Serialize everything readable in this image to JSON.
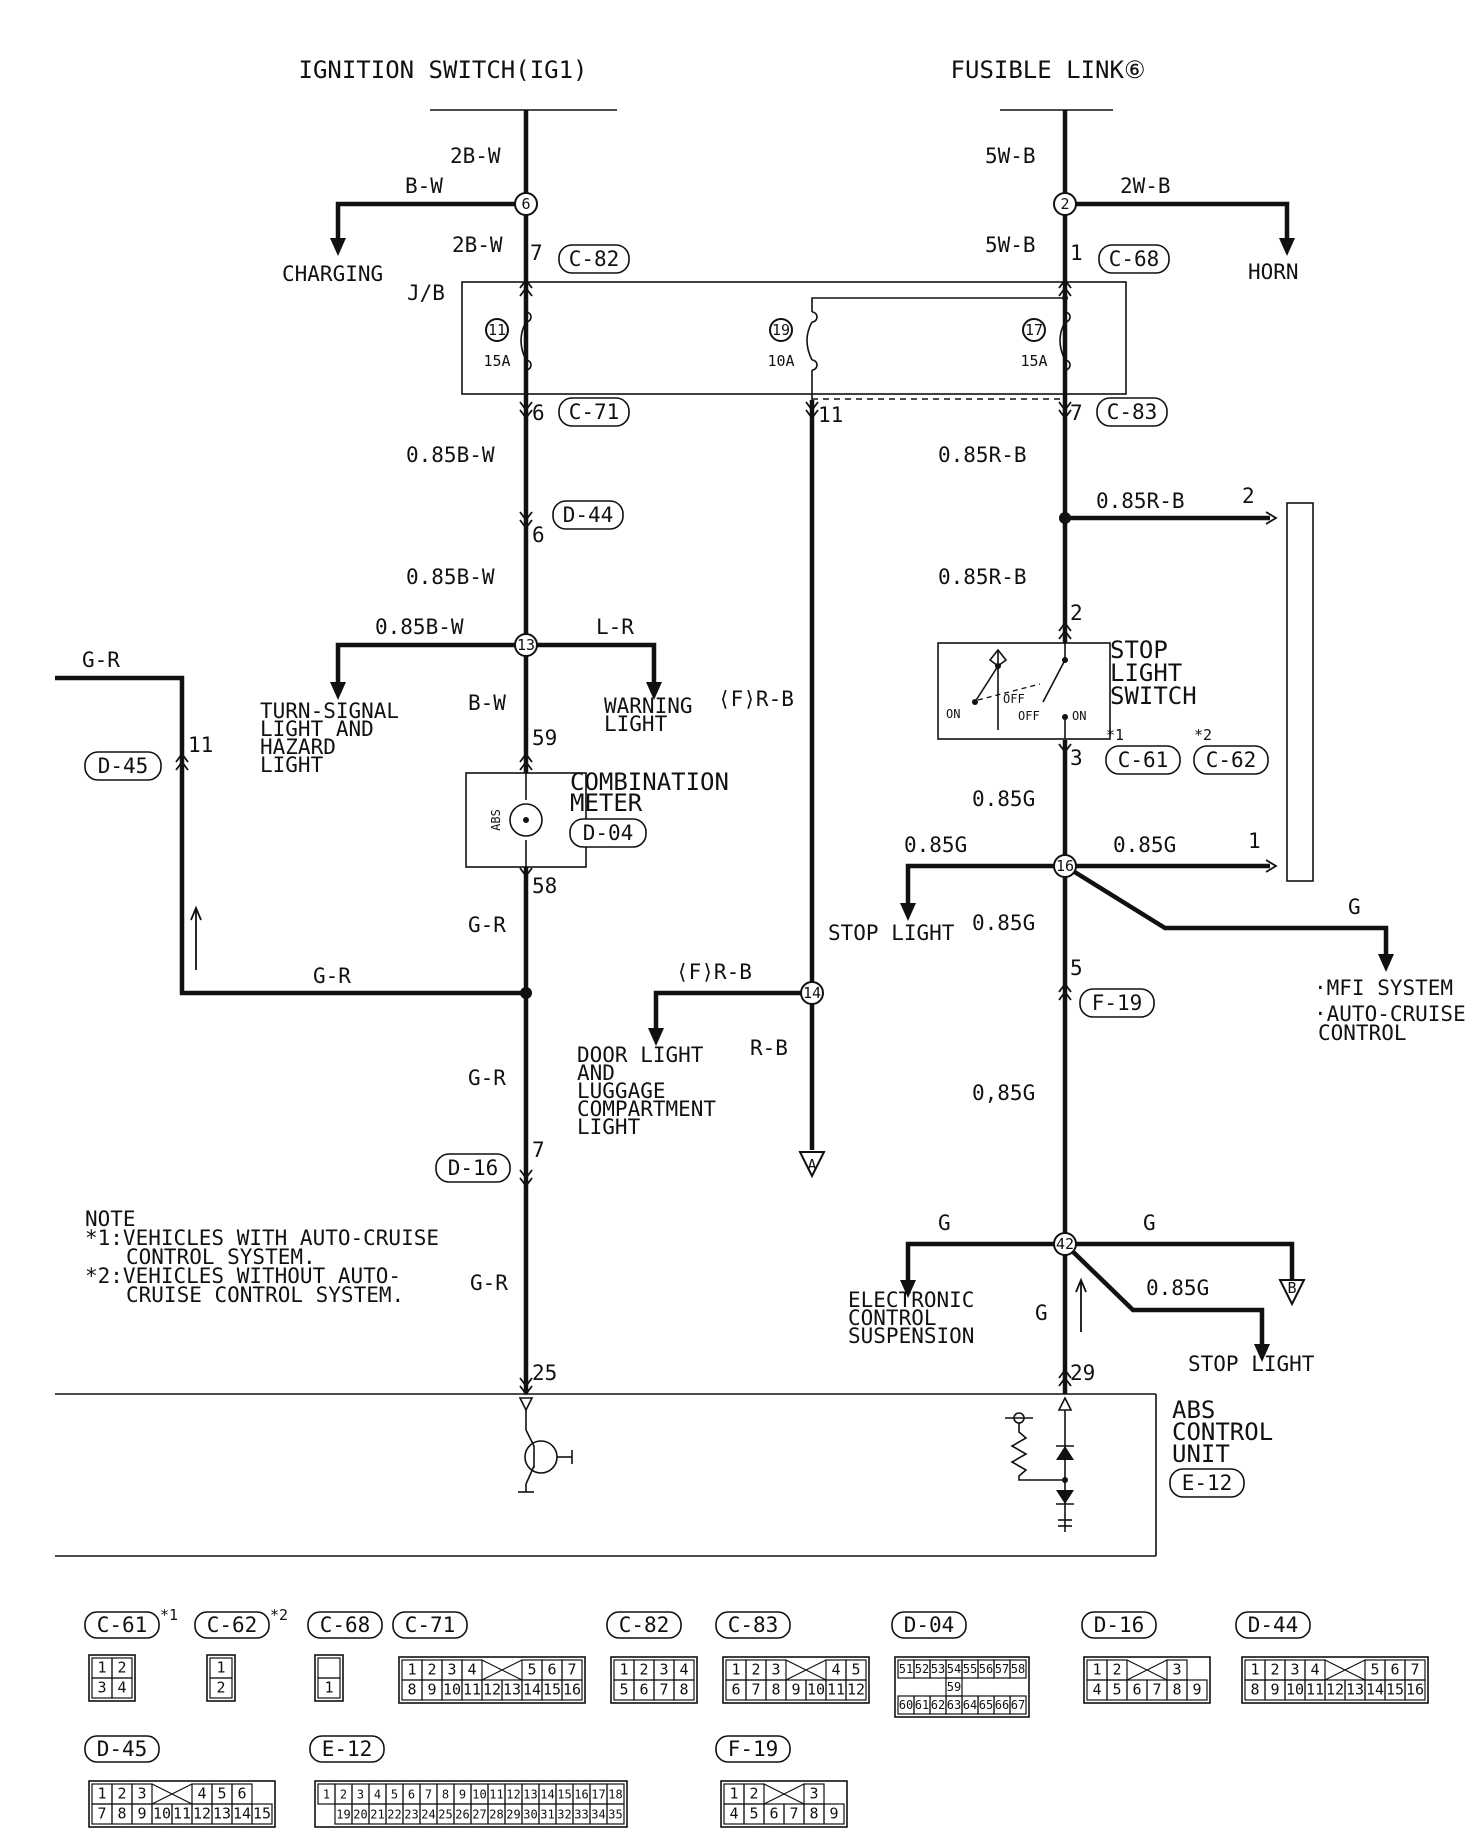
{
  "sources": {
    "ignition_switch": "IGNITION SWITCH(IG1)",
    "fusible_link": "FUSIBLE LINK⑥"
  },
  "connectors": {
    "c82": "C-82",
    "c68": "C-68",
    "c71": "C-71",
    "c83": "C-83",
    "d44": "D-44",
    "d45": "D-45",
    "d04": "D-04",
    "d16": "D-16",
    "c61": "C-61",
    "c62": "C-62",
    "f19": "F-19",
    "e12": "E-12"
  },
  "junction_block": {
    "label": "J/B",
    "fuses": [
      {
        "id": "11",
        "rating": "15A"
      },
      {
        "id": "19",
        "rating": "10A"
      },
      {
        "id": "17",
        "rating": "15A"
      }
    ]
  },
  "wires": {
    "w2BW": "2B-W",
    "wBW": "B-W",
    "w5WB": "5W-B",
    "w2WB": "2W-B",
    "w085BW": "0.85B-W",
    "w085RB": "0.85R-B",
    "wLR": "L-R",
    "wFRB": "⟨F⟩R-B",
    "wRB": "R-B",
    "wGR": "G-R",
    "w085G": "0.85G",
    "w085G_alt": "0,85G",
    "wG": "G"
  },
  "pins": {
    "p7": "7",
    "p1": "1",
    "p6": "6",
    "p11": "11",
    "p2": "2",
    "p3": "3",
    "p59": "59",
    "p58": "58",
    "p5": "5",
    "p25": "25",
    "p29": "29"
  },
  "junctions": {
    "j6": "6",
    "j2": "2",
    "j13": "13",
    "j16": "16",
    "j14": "14",
    "j42": "42"
  },
  "destinations": {
    "charging": "CHARGING",
    "horn": "HORN",
    "turn_signal": [
      "TURN-SIGNAL",
      "LIGHT AND",
      "HAZARD",
      "LIGHT"
    ],
    "warning_light": [
      "WARNING",
      "LIGHT"
    ],
    "combination_meter": [
      "COMBINATION",
      "METER"
    ],
    "abs_lamp": "ABS",
    "stop_light_switch": [
      "STOP",
      "LIGHT",
      "SWITCH"
    ],
    "switch_on": "ON",
    "switch_off": "OFF",
    "stop_light": "STOP LIGHT",
    "mfi": "·MFI SYSTEM",
    "auto_cruise": [
      "·AUTO-CRUISE",
      "CONTROL"
    ],
    "door_light": [
      "DOOR LIGHT",
      "AND",
      "LUGGAGE",
      "COMPARTMENT",
      "LIGHT"
    ],
    "ecs": [
      "ELECTRONIC",
      "CONTROL",
      "SUSPENSION"
    ],
    "stop_light_2": "STOP LIGHT",
    "abs_control_unit": [
      "ABS",
      "CONTROL",
      "UNIT"
    ],
    "arrow_a": "A",
    "arrow_b": "B"
  },
  "marks": {
    "star1": "*1",
    "star2": "*2"
  },
  "note": [
    "NOTE",
    "*1:VEHICLES WITH AUTO-CRUISE",
    "CONTROL SYSTEM.",
    "*2:VEHICLES WITHOUT AUTO-",
    "CRUISE CONTROL SYSTEM."
  ],
  "connector_views": {
    "c61_pins": [
      "1",
      "2",
      "3",
      "4"
    ],
    "c62_pins": [
      "1",
      "2"
    ],
    "c68_pins": [
      "1"
    ],
    "c71_pins": [
      "1",
      "2",
      "3",
      "4",
      "5",
      "6",
      "7",
      "8",
      "9",
      "10",
      "11",
      "12",
      "13",
      "14",
      "15",
      "16"
    ],
    "c82_pins": [
      "1",
      "2",
      "3",
      "4",
      "5",
      "6",
      "7",
      "8"
    ],
    "c83_pins": [
      "1",
      "2",
      "3",
      "4",
      "5",
      "6",
      "7",
      "8",
      "9",
      "10",
      "11",
      "12"
    ],
    "d04_pins": [
      "51",
      "52",
      "53",
      "54",
      "55",
      "56",
      "57",
      "58",
      "59",
      "60",
      "61",
      "62",
      "63",
      "64",
      "65",
      "66",
      "67"
    ],
    "d16_pins": [
      "1",
      "2",
      "3",
      "4",
      "5",
      "6",
      "7",
      "8",
      "9"
    ],
    "d44_pins": [
      "1",
      "2",
      "3",
      "4",
      "5",
      "6",
      "7",
      "8",
      "9",
      "10",
      "11",
      "12",
      "13",
      "14",
      "15",
      "16"
    ],
    "d45_pins": [
      "1",
      "2",
      "3",
      "4",
      "5",
      "6",
      "7",
      "8",
      "9",
      "10",
      "11",
      "12",
      "13",
      "14",
      "15"
    ],
    "e12_pins": [
      "1",
      "2",
      "3",
      "4",
      "5",
      "6",
      "7",
      "8",
      "9",
      "10",
      "11",
      "12",
      "13",
      "14",
      "15",
      "16",
      "17",
      "18",
      "19",
      "20",
      "21",
      "22",
      "23",
      "24",
      "25",
      "26",
      "27",
      "28",
      "29",
      "30",
      "31",
      "32",
      "33",
      "34",
      "35"
    ],
    "f19_pins": [
      "1",
      "2",
      "3",
      "4",
      "5",
      "6",
      "7",
      "8",
      "9"
    ]
  }
}
